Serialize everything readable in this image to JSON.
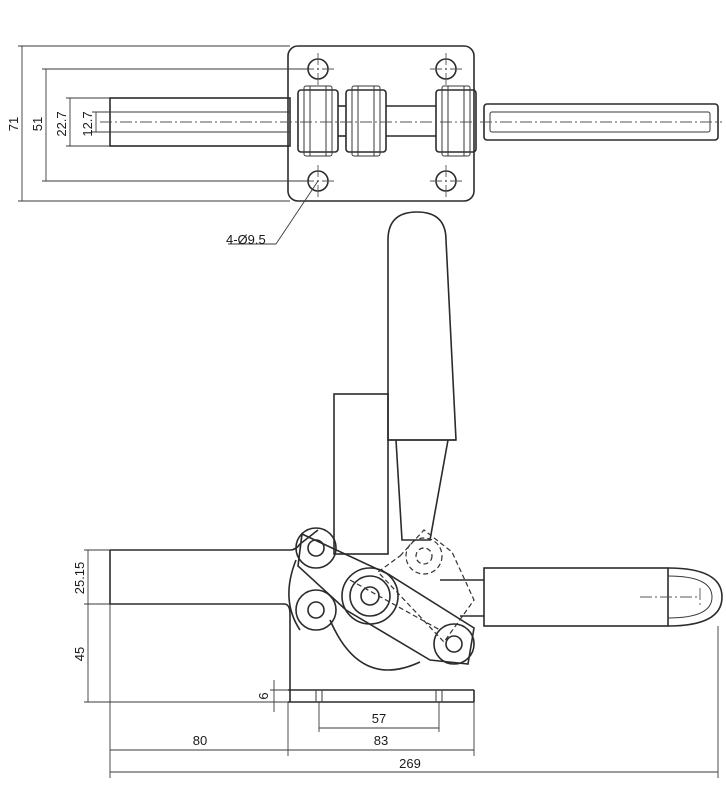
{
  "colors": {
    "line": "#2b2b2b",
    "background": "#ffffff"
  },
  "dimensions": {
    "d71": "71",
    "d51": "51",
    "d22_7": "22.7",
    "d12_7": "12.7",
    "holes": "4-Ø9.5",
    "d25_15": "25.15",
    "d45": "45",
    "d6": "6",
    "d57": "57",
    "d80": "80",
    "d83": "83",
    "d269": "269"
  }
}
